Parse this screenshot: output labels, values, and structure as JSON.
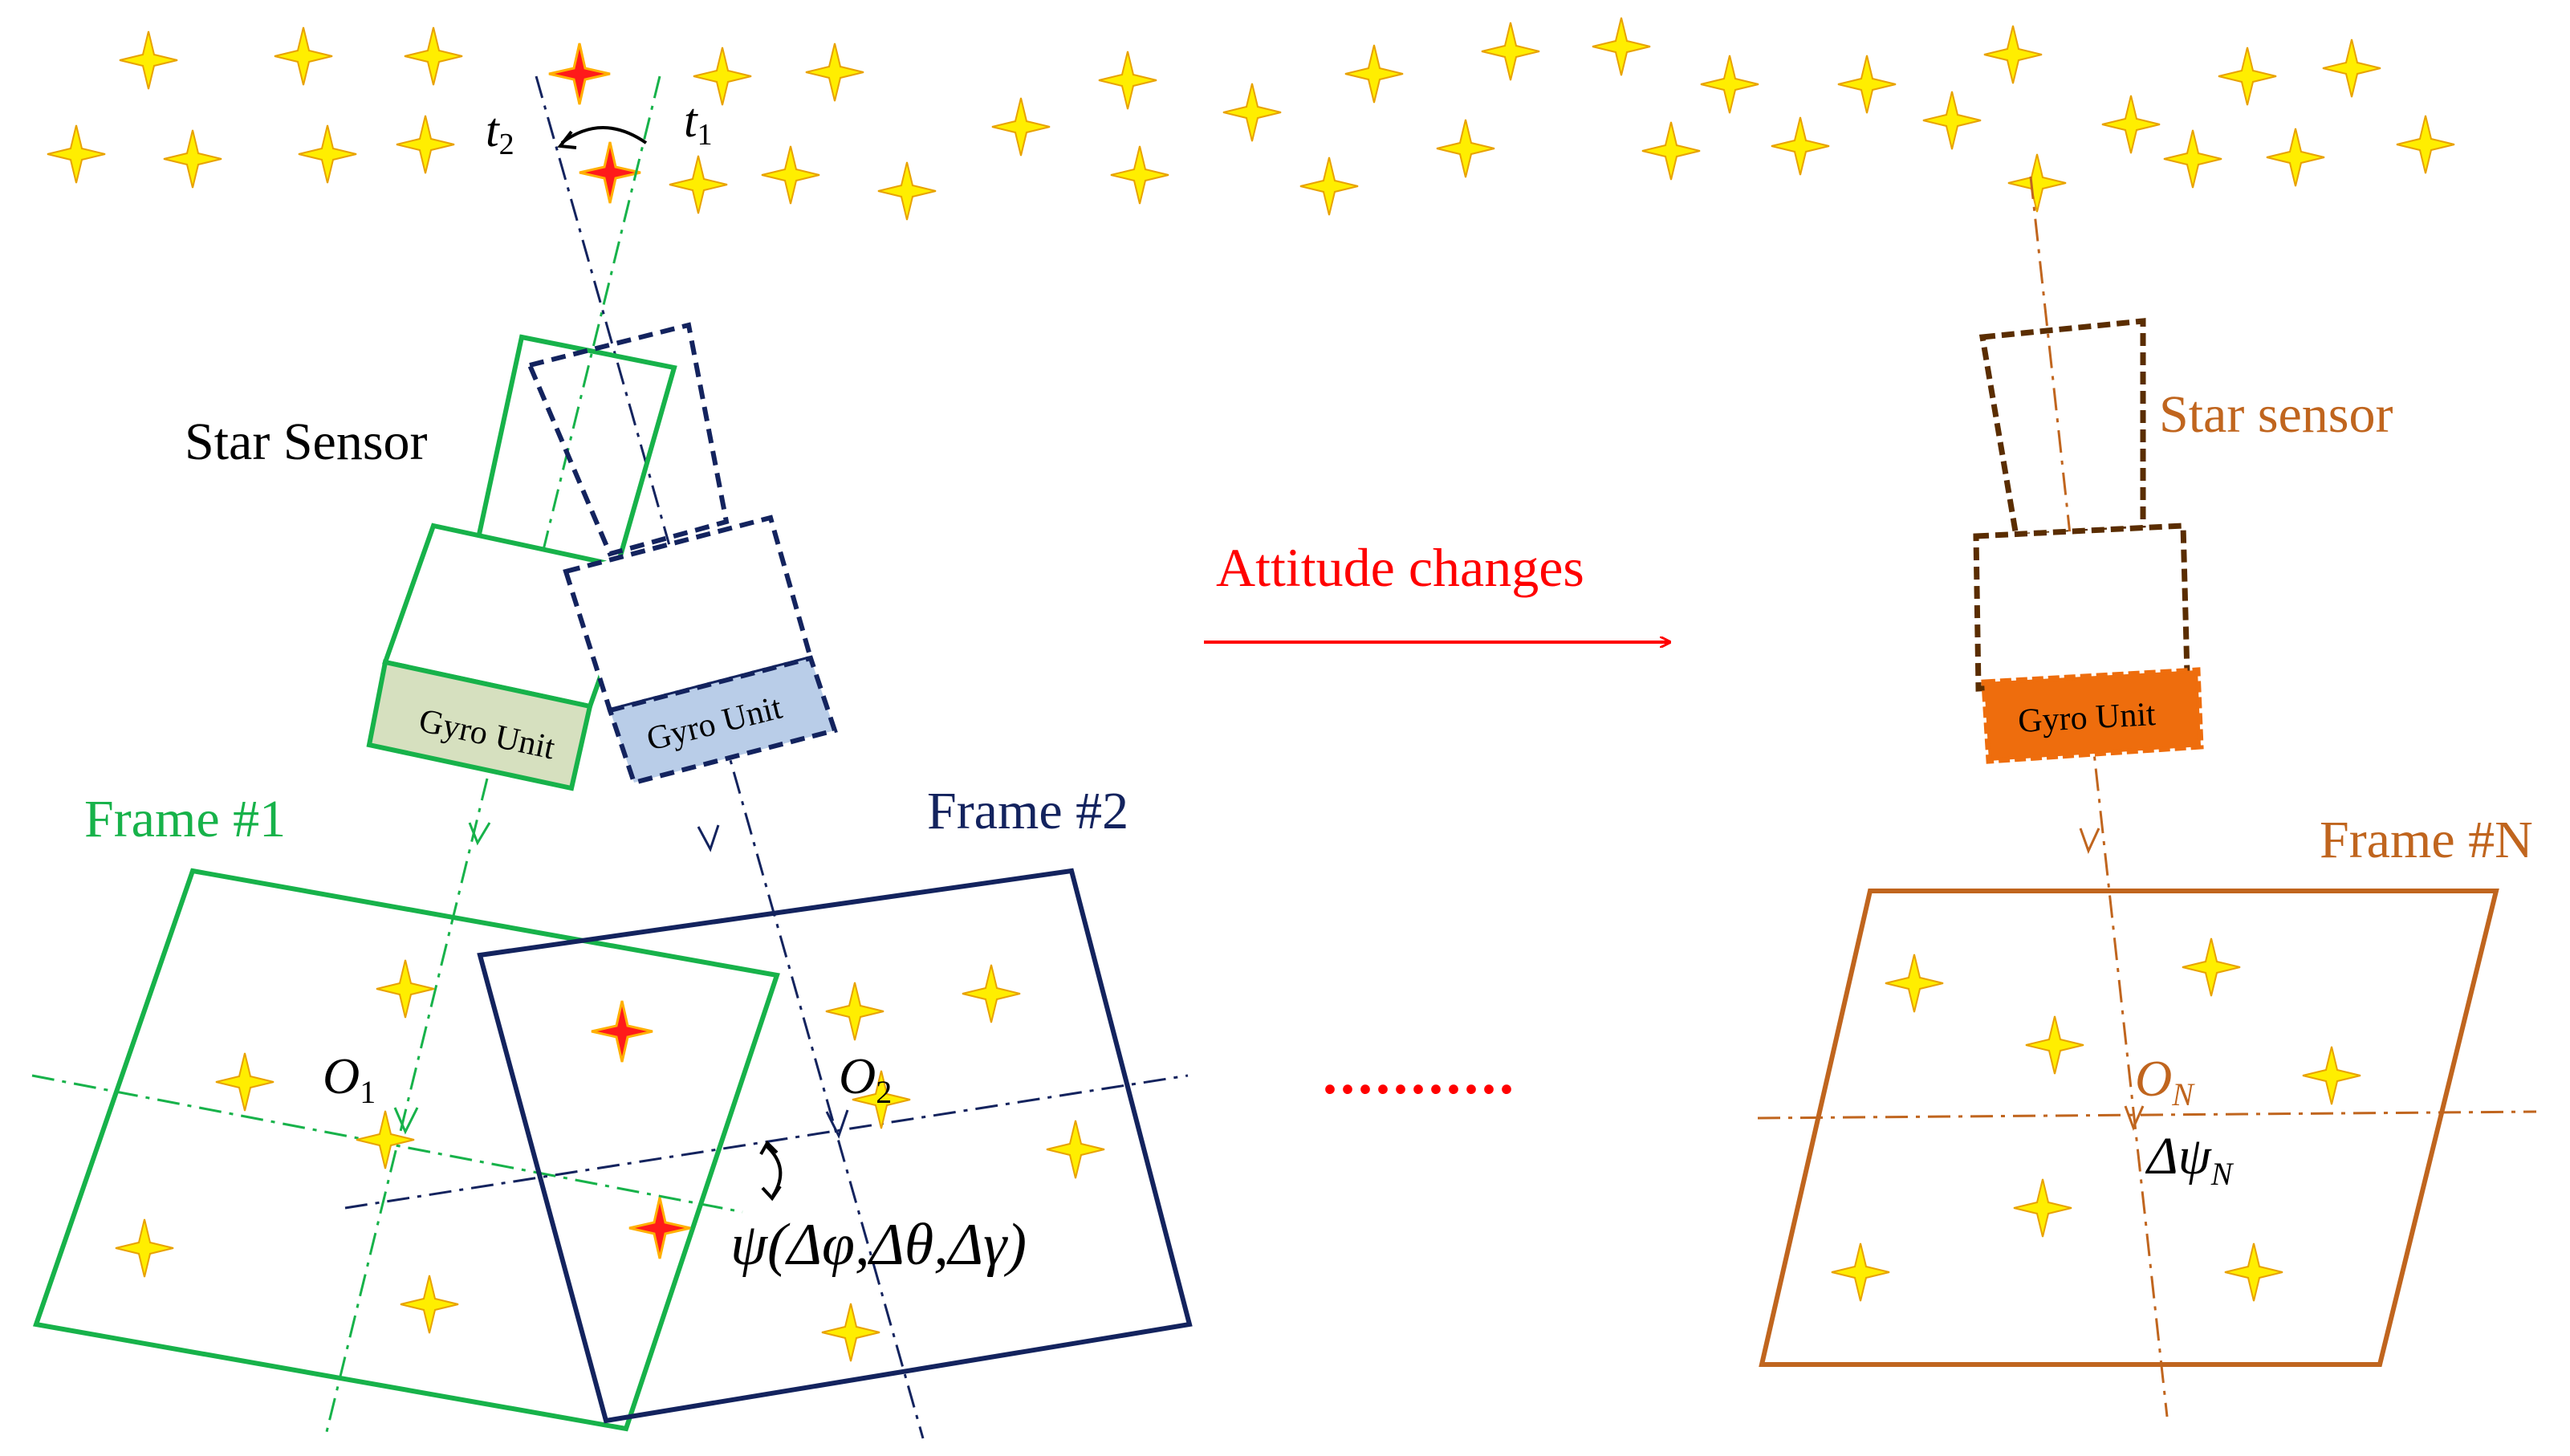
{
  "labels": {
    "t2": "t",
    "t2_sub": "2",
    "t1": "t",
    "t1_sub": "1",
    "star_sensor_left": "Star Sensor",
    "gyro_unit_1": "Gyro Unit",
    "gyro_unit_2": "Gyro Unit",
    "frame_1": "Frame #1",
    "frame_2": "Frame #2",
    "o1": "O",
    "o1_sub": "1",
    "o2": "O",
    "o2_sub": "2",
    "psi_formula": "ψ(Δφ,Δθ,Δγ)",
    "attitude_changes": "Attitude changes",
    "ellipsis": "...........",
    "star_sensor_right": "Star sensor",
    "gyro_unit_n": "Gyro Unit",
    "frame_n": "Frame #N",
    "on": "O",
    "on_sub": "N",
    "delta_psi": "Δψ",
    "delta_psi_sub": "N"
  },
  "colors": {
    "frame1": "#17b24a",
    "frame2": "#13235e",
    "frameN": "#c0651e",
    "attitude_red": "#ff0000",
    "star_yellow": "#ffee00",
    "star_outline": "#e8a200",
    "special_star_red": "#ff1a1a",
    "gyro1_fill": "#d6e0bf",
    "gyro2_fill": "#b9cde8",
    "gyroN_fill": "#ee6d0d"
  }
}
